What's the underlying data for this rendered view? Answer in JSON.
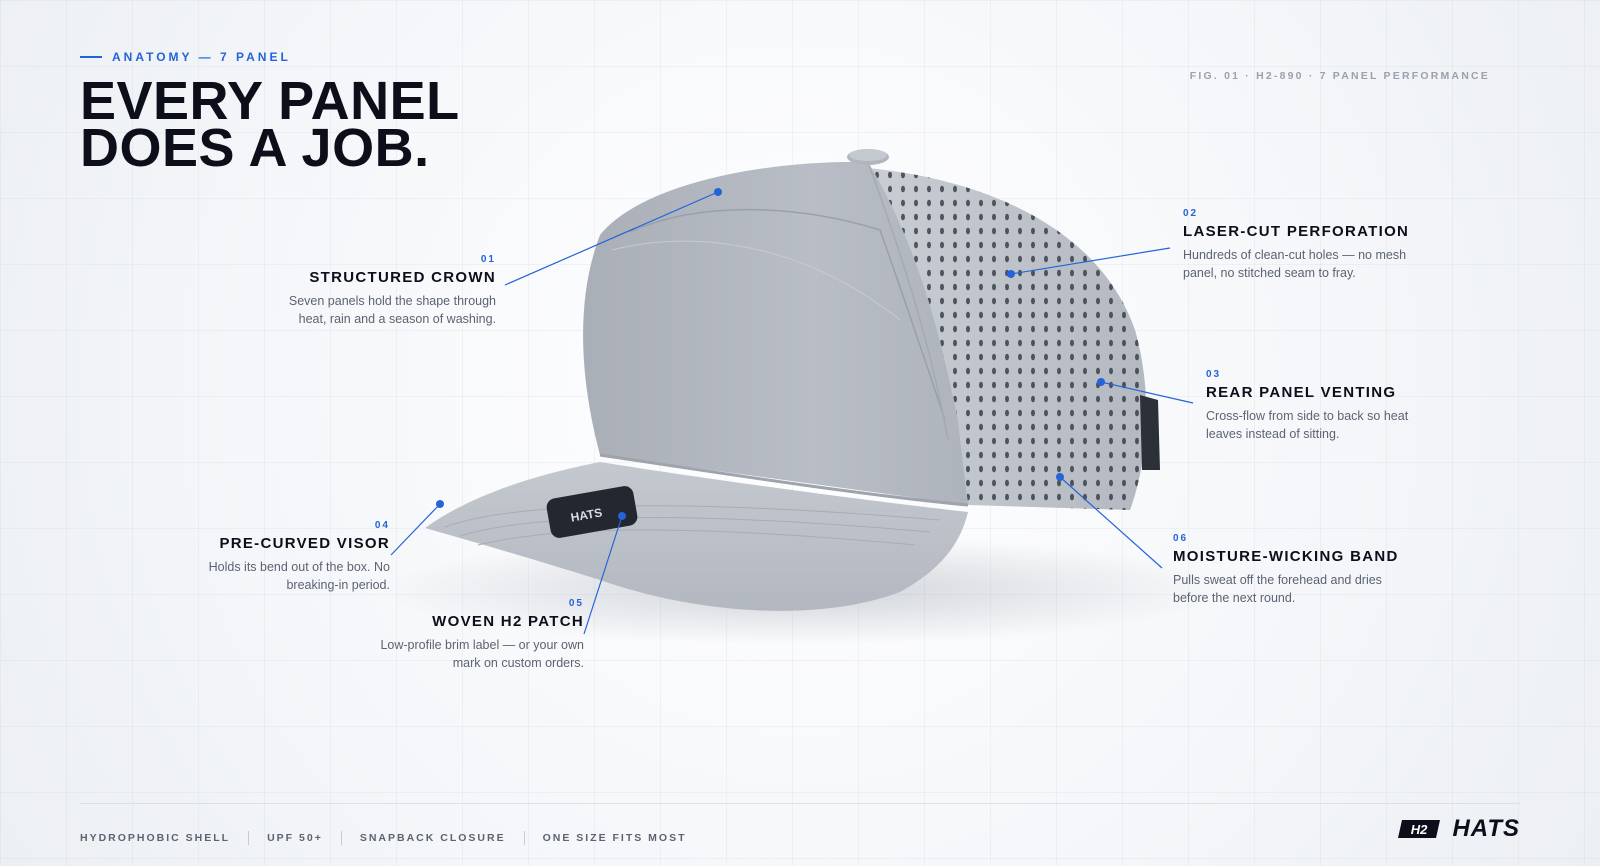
{
  "eyebrow": "ANATOMY — 7 PANEL",
  "headline": {
    "line1": "EVERY PANEL",
    "line2": "DOES A JOB."
  },
  "figure_ref": "FIG. 01  ·  H2-890  ·  7 PANEL PERFORMANCE",
  "callouts": [
    {
      "num": "01",
      "title": "STRUCTURED CROWN",
      "desc1": "Seven panels hold the shape through",
      "desc2": "heat, rain and a season of washing."
    },
    {
      "num": "02",
      "title": "LASER-CUT PERFORATION",
      "desc1": "Hundreds of clean-cut holes — no mesh",
      "desc2": "panel, no stitched seam to fray."
    },
    {
      "num": "03",
      "title": "REAR PANEL VENTING",
      "desc1": "Cross-flow from side to back so heat",
      "desc2": "leaves instead of sitting."
    },
    {
      "num": "04",
      "title": "PRE-CURVED VISOR",
      "desc1": "Holds its bend out of the box. No",
      "desc2": "breaking-in period."
    },
    {
      "num": "05",
      "title": "WOVEN H2 PATCH",
      "desc1": "Low-profile brim label — or your own",
      "desc2": "mark on custom orders."
    },
    {
      "num": "06",
      "title": "MOISTURE-WICKING BAND",
      "desc1": "Pulls sweat off the forehead and dries",
      "desc2": "before the next round."
    }
  ],
  "stats": [
    "HYDROPHOBIC SHELL",
    "UPF 50+",
    "SNAPBACK CLOSURE",
    "ONE SIZE FITS MOST"
  ],
  "logo": {
    "mark": "H2",
    "wordmark": "HATS"
  },
  "patch_text": "HATS",
  "colors": {
    "accent": "#2563d9",
    "ink": "#0c0f1a",
    "muted": "#5b6472",
    "cap": "#b9bec7"
  }
}
